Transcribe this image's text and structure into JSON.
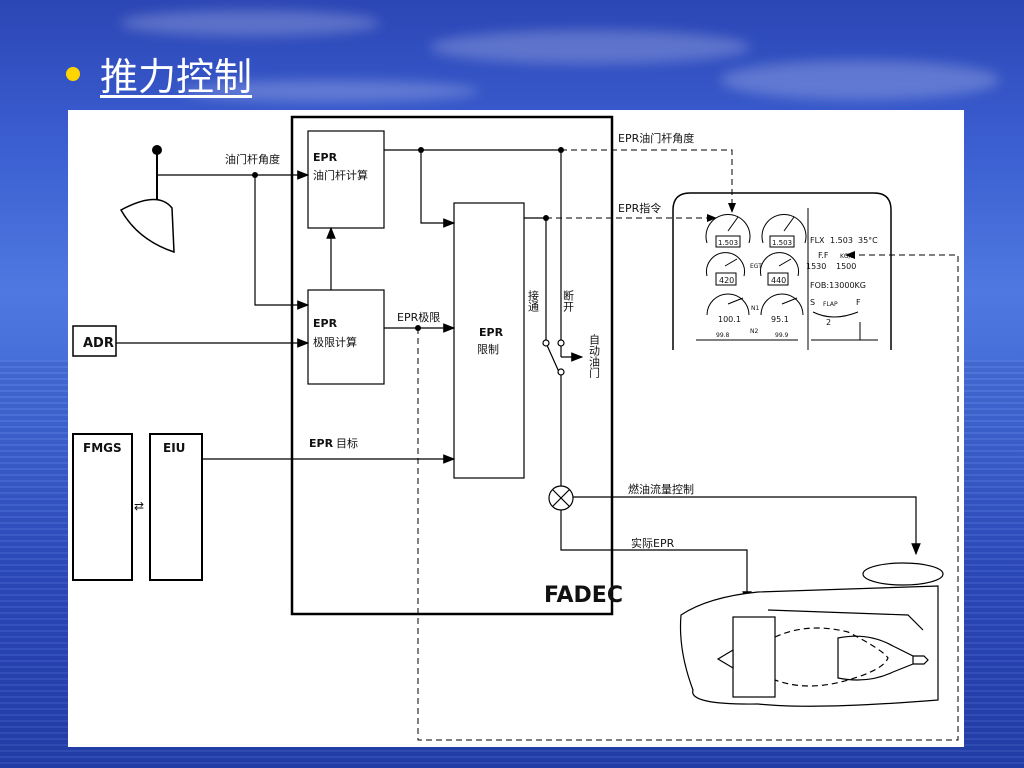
{
  "slide": {
    "title": "推力控制"
  },
  "diagram": {
    "fadec": "FADEC",
    "epr_calc_title": "EPR",
    "epr_calc_sub": "油门杆计算",
    "epr_limit_title": "EPR",
    "epr_limit_sub": "极限计算",
    "epr_limiter_title": "EPR",
    "epr_limiter_sub": "限制",
    "adr": "ADR",
    "fmgs": "FMGS",
    "eiu": "EIU",
    "lbl_throttle_angle": "油门杆角度",
    "lbl_epr_limit": "EPR极限",
    "lbl_epr_target_a": "EPR",
    "lbl_epr_target_b": "目标",
    "lbl_epr_throttle_angle": "EPR油门杆角度",
    "lbl_epr_command": "EPR指令",
    "lbl_engaged": "接通",
    "lbl_disengaged": "断开",
    "lbl_autothrottle": "自动油门",
    "lbl_fuel_flow": "燃油流量控制",
    "lbl_actual_epr": "实际EPR",
    "ecam": {
      "flx_label": "FLX",
      "flx_epr": "1.503",
      "flx_temp": "35°C",
      "ff_label": "F.F",
      "ff_unit": "KG/H",
      "ff_left": "1530",
      "ff_right": "1500",
      "fob": "FOB:13000KG",
      "epr_left": "1.503",
      "epr_right": "1.503",
      "egt_left": "420",
      "egt_right": "440",
      "n1_left": "100.1",
      "n1_right": "95.1",
      "egt_label": "EGT",
      "n1_label": "N1",
      "n2_label": "N2",
      "n2_left": "99.8",
      "n2_right": "99.9",
      "s_label": "S",
      "flap_label": "FLAP",
      "f_label": "F",
      "flap_pos": "2"
    }
  }
}
